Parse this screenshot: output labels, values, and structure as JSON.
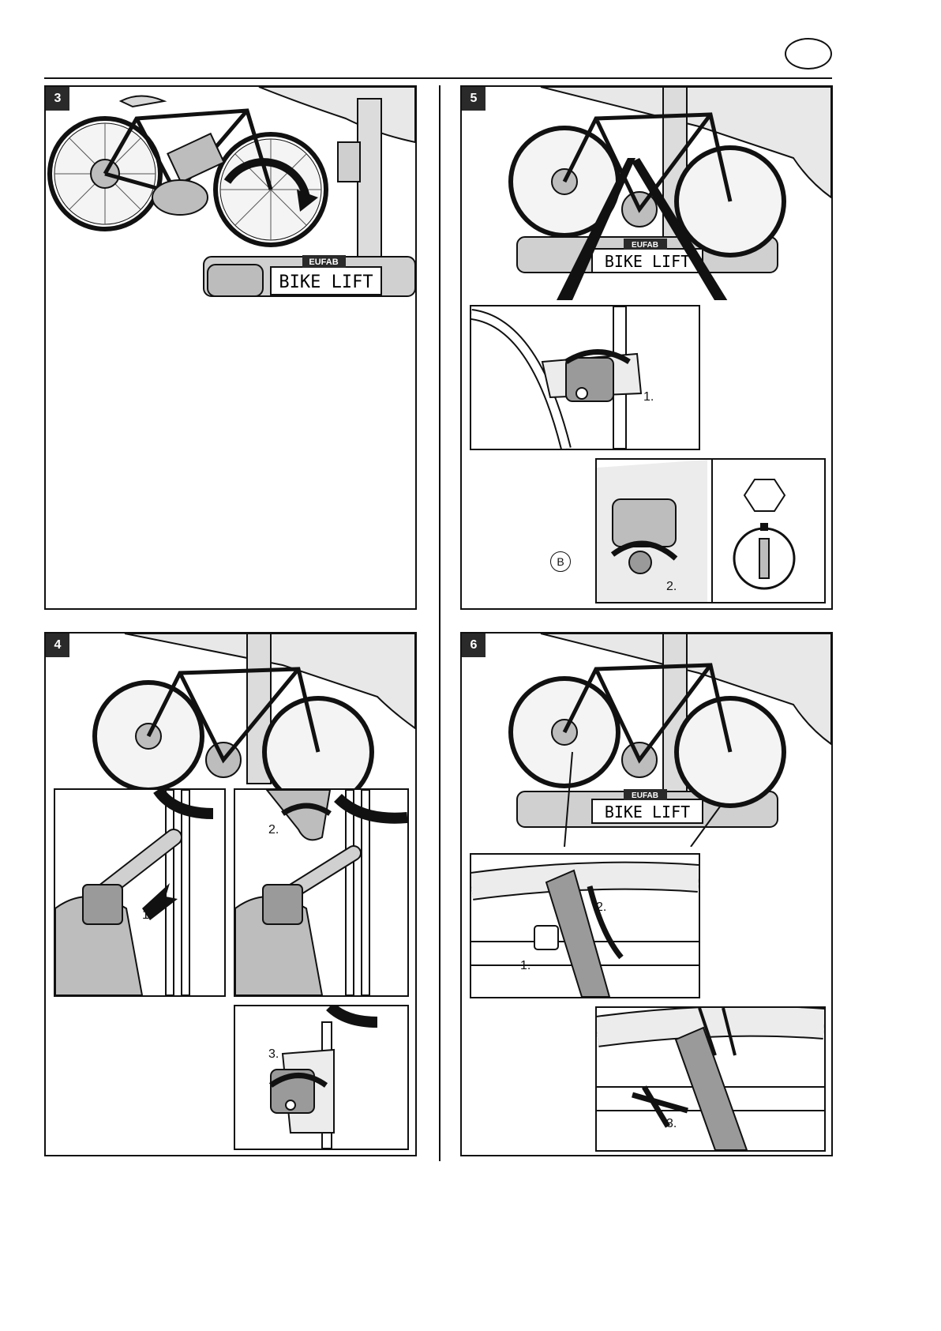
{
  "header": {
    "language_badge": ""
  },
  "panels": [
    {
      "step": "3"
    },
    {
      "step": "4",
      "labels": [
        "1.",
        "2.",
        "3."
      ]
    },
    {
      "step": "5",
      "labels": [
        "1.",
        "2.",
        "B"
      ]
    },
    {
      "step": "6",
      "labels": [
        "1.",
        "2.",
        "3."
      ]
    }
  ],
  "product": {
    "brand": "EUFAB",
    "plate": "BIKE LIFT"
  },
  "colors": {
    "line": "#111111",
    "gray": "#bdbdbd",
    "dark": "#2a2a2a"
  }
}
